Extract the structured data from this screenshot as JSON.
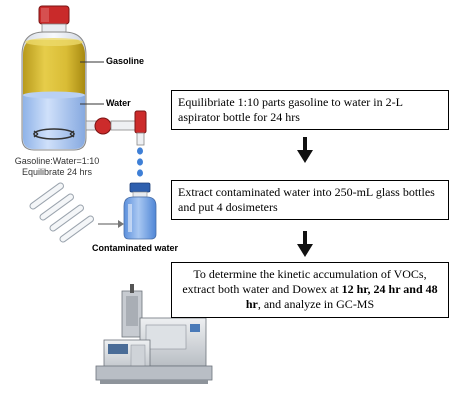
{
  "labels": {
    "gasoline": "Gasoline",
    "water": "Water",
    "ratio": "Gasoline:Water=1:10",
    "equilibrate_time": "Equilibrate  24 hrs",
    "contaminated_water": "Contaminated water"
  },
  "steps": {
    "step1": "Equilibriate  1:10 parts gasoline to water in 2-L aspirator bottle for 24 hrs",
    "step2": "Extract contaminated water into 250-mL glass bottles and put 4 dosimeters",
    "step3": {
      "before": "To determine the kinetic accumulation of VOCs, extract both water and Dowex at ",
      "bold": "12 hr, 24 hr and 48 hr",
      "after": ", and analyze in GC-MS"
    }
  },
  "colors": {
    "cap_red": "#cc2b2b",
    "gasoline_yellow": "#dcc23a",
    "water_blue": "#a8c6f0",
    "droplet_blue": "#3e7fd6",
    "arrow_black": "#111111"
  },
  "icons": {
    "aspirator_bottle": "aspirator-bottle-icon",
    "stopcock": "stopcock-icon",
    "sample_bottle": "sample-bottle-icon",
    "dosimeters": "dosimeter-tubes-icon",
    "gcms": "gc-ms-instrument-icon"
  }
}
